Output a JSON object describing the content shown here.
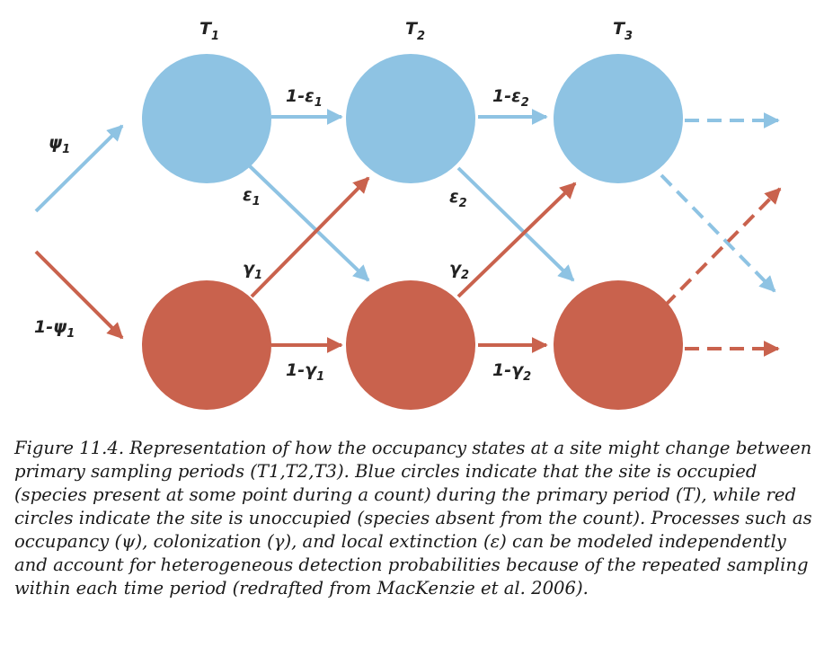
{
  "colors": {
    "occupied": "#8ec3e3",
    "unoccupied": "#c9624d",
    "blue_arrow": "#8ec3e3",
    "red_arrow": "#c9624d"
  },
  "labels": {
    "t1": {
      "main": "T",
      "sub": "1"
    },
    "t2": {
      "main": "T",
      "sub": "2"
    },
    "t3": {
      "main": "T",
      "sub": "3"
    },
    "psi1": {
      "main": "ψ",
      "sub": "1"
    },
    "one_minus_psi1": {
      "main": "1-ψ",
      "sub": "1"
    },
    "one_minus_eps1": {
      "main": "1-ε",
      "sub": "1"
    },
    "one_minus_eps2": {
      "main": "1-ε",
      "sub": "2"
    },
    "eps1": {
      "main": "ε",
      "sub": "1"
    },
    "eps2": {
      "main": "ε",
      "sub": "2"
    },
    "gamma1": {
      "main": "γ",
      "sub": "1"
    },
    "gamma2": {
      "main": "γ",
      "sub": "2"
    },
    "one_minus_gamma1": {
      "main": "1-γ",
      "sub": "1"
    },
    "one_minus_gamma2": {
      "main": "1-γ",
      "sub": "2"
    }
  },
  "caption": "Figure 11.4. Representation of how the occupancy states at a site might change between primary sampling periods (T1,T2,T3). Blue circles indicate that the site is occupied (species present at some point during a count) during the primary period (T), while red circles indicate the site is unoccupied (species absent from the count). Processes such as occupancy (ψ), colonization (γ), and local extinction (ε) can be modeled independently and account for heterogeneous detection probabilities because of the repeated sampling within each time period (redrafted from MacKenzie et al. 2006)."
}
